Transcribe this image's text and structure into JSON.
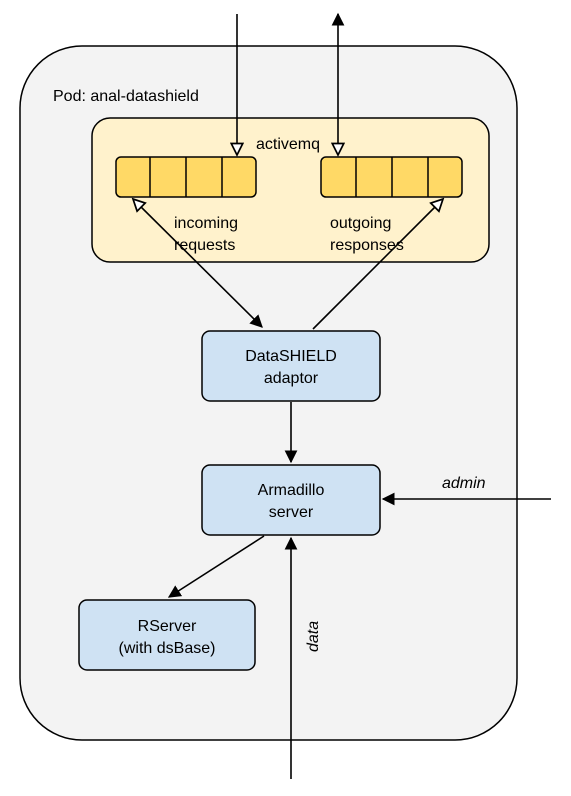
{
  "pod": {
    "label": "Pod: anal-datashield"
  },
  "activemq": {
    "label": "activemq"
  },
  "queues": {
    "incoming": {
      "line1": "incoming",
      "line2": "requests"
    },
    "outgoing": {
      "line1": "outgoing",
      "line2": "responses"
    }
  },
  "adaptor": {
    "line1": "DataSHIELD",
    "line2": "adaptor"
  },
  "armadillo": {
    "line1": "Armadillo",
    "line2": "server"
  },
  "rserver": {
    "line1": "RServer",
    "line2": "(with dsBase)"
  },
  "edges": {
    "admin_label": "admin",
    "data_label": "data"
  },
  "colors": {
    "pod_fill": "#f3f3f3",
    "activemq_fill": "#fff2cc",
    "queue_cell_fill": "#ffd966",
    "box_fill": "#cfe2f3",
    "stroke": "#000000"
  }
}
